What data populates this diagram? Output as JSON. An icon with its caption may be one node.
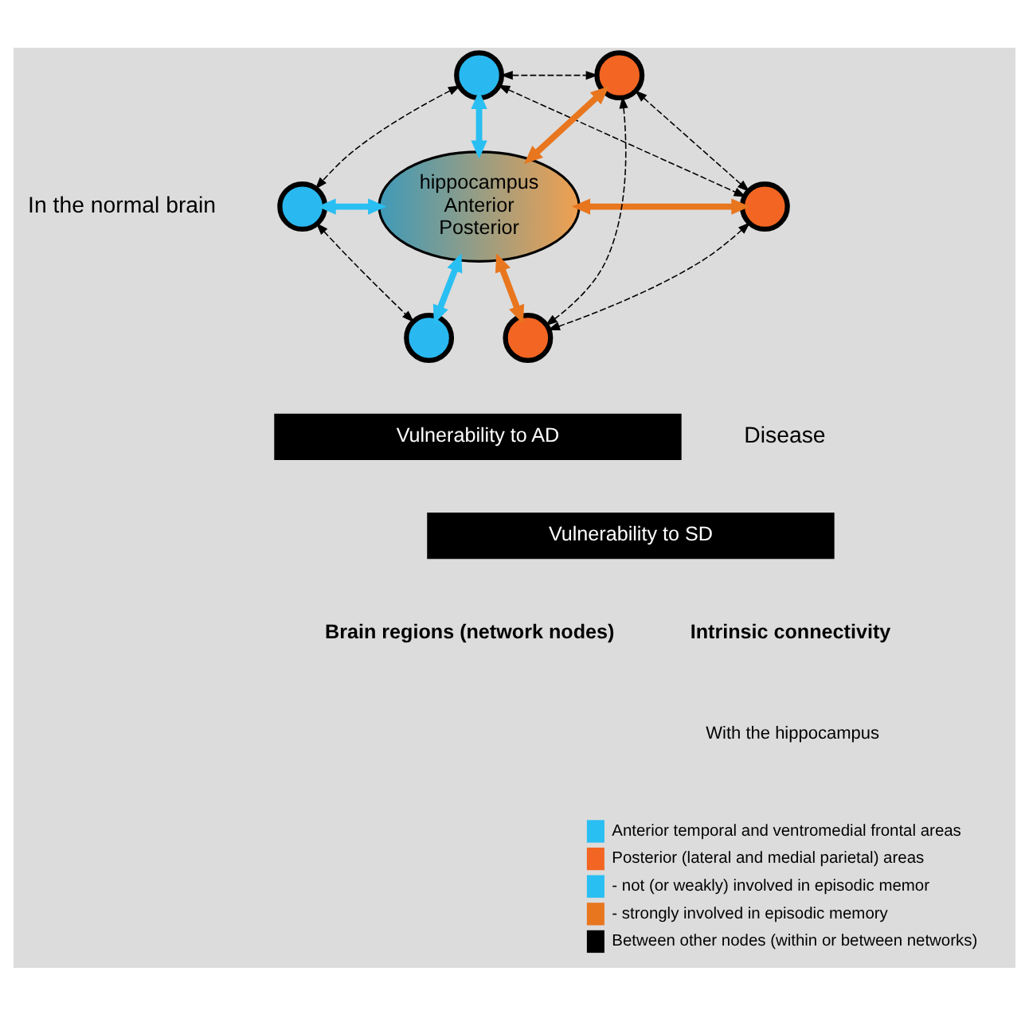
{
  "diagram": {
    "nodes": [
      {
        "text": [
          "hippocampus",
          "Anterior",
          "Posterior"
        ]
      },
      {
        "text": [],
        "shape": "circle"
      },
      {
        "text": [],
        "shape": "circle"
      },
      {
        "text": [],
        "shape": "circle"
      },
      {
        "text": [],
        "shape": "circle"
      },
      {
        "text": [],
        "shape": "circle"
      },
      {
        "text": [],
        "shape": "circle"
      },
      {
        "text": [
          "Vulnerability to AD"
        ]
      },
      {
        "text": [
          "Vulnerability to SD"
        ]
      }
    ],
    "edges": [
      {
        "from": 1,
        "to": 4,
        "arrow": "both",
        "style": "dashed"
      },
      {
        "from": 1,
        "to": 5,
        "arrow": "both",
        "style": "dashed"
      },
      {
        "from": 1,
        "to": 0,
        "arrow": "both",
        "style": "thick",
        "color": "#29bff2"
      },
      {
        "from": 4,
        "to": 0,
        "arrow": "both",
        "style": "thick",
        "color": "#e8761e"
      },
      {
        "from": 4,
        "to": 6,
        "arrow": "both",
        "style": "dashed"
      },
      {
        "from": 4,
        "to": 5,
        "arrow": "both",
        "style": "dashed"
      },
      {
        "from": 1,
        "to": 2,
        "arrow": "both",
        "style": "dashed"
      },
      {
        "from": 2,
        "to": 0,
        "arrow": "both",
        "style": "thick",
        "color": "#29bff2"
      },
      {
        "from": 0,
        "to": 5,
        "arrow": "both",
        "style": "thick",
        "color": "#e8761e"
      },
      {
        "from": 2,
        "to": 3,
        "arrow": "both",
        "style": "dashed"
      },
      {
        "from": 3,
        "to": 0,
        "arrow": "both",
        "style": "thick",
        "color": "#29bff2"
      },
      {
        "from": 0,
        "to": 6,
        "arrow": "both",
        "style": "thick",
        "color": "#e8761e"
      },
      {
        "from": 6,
        "to": 5,
        "arrow": "both",
        "style": "dashed"
      }
    ],
    "labels": [
      "In the normal brain",
      "Disease",
      "Brain regions (network nodes)",
      "Intrinsic connectivity",
      "With the hippocampus"
    ],
    "legend": [
      {
        "text": "Anterior temporal and ventromedial frontal areas",
        "color": "#29bff2"
      },
      {
        "text": "Posterior (lateral and medial parietal) areas",
        "color": "#f26522"
      },
      {
        "text": "- not (or weakly) involved in episodic memor",
        "color": "#29bff2"
      },
      {
        "text": "- strongly involved in episodic memory",
        "color": "#e8761e"
      },
      {
        "text": "Between other nodes (within or between networks)"
      }
    ]
  }
}
